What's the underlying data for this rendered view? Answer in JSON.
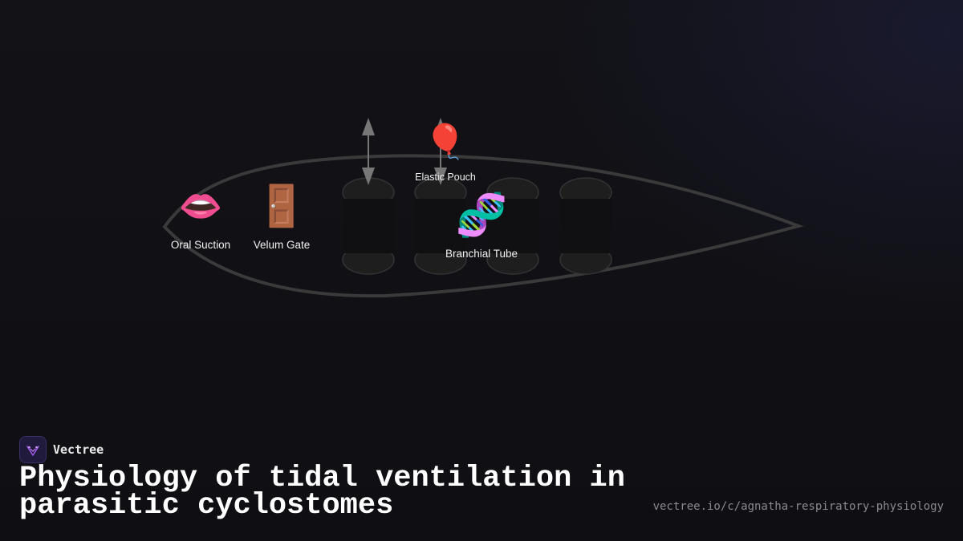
{
  "diagram": {
    "components": {
      "oral_suction": {
        "label": "Oral Suction",
        "icon": "lips-icon",
        "glyph": "👄"
      },
      "velum_gate": {
        "label": "Velum Gate",
        "icon": "door-icon",
        "glyph": "🚪"
      },
      "elastic_pouch": {
        "label": "Elastic Pouch",
        "icon": "balloon-icon",
        "glyph": "🎈"
      },
      "branchial_tube": {
        "label": "Branchial Tube",
        "icon": "dna-icon",
        "glyph": "🧬"
      }
    },
    "colors": {
      "outline": "#3a3a3a",
      "pouch_fill": "#1e1e1e",
      "arrow": "#777777"
    }
  },
  "footer": {
    "brand_name": "Vectree",
    "title": "Physiology of tidal ventilation in parasitic cyclostomes",
    "url": "vectree.io/c/agnatha-respiratory-physiology"
  }
}
